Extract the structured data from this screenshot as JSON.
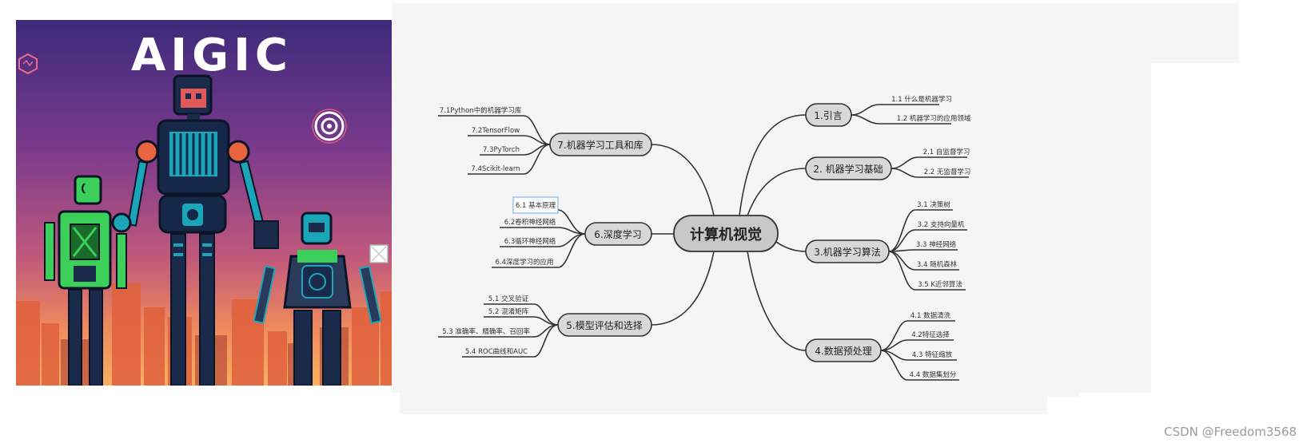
{
  "poster": {
    "title": "AIGIC"
  },
  "mindmap": {
    "root": "计算机视觉",
    "branches": {
      "b1": {
        "label": "1.引言",
        "children": [
          "1.1 什么是机器学习",
          "1.2 机器学习的应用领域"
        ]
      },
      "b2": {
        "label": "2. 机器学习基础",
        "children": [
          "2.1 自监督学习",
          "2.2 无监督学习"
        ]
      },
      "b3": {
        "label": "3.机器学习算法",
        "children": [
          "3.1 决策树",
          "3.2 支持向量机",
          "3.3 神经网络",
          "3.4 随机森林",
          "3.5 K近邻算法"
        ]
      },
      "b4": {
        "label": "4.数据预处理",
        "children": [
          "4.1 数据清洗",
          "4.2特征选择",
          "4.3 特征缩放",
          "4.4 数据集划分"
        ]
      },
      "b5": {
        "label": "5.模型评估和选择",
        "children": [
          "5.1 交叉验证",
          "5.2 混淆矩阵",
          "5.3 准确率、精确率、召回率",
          "5.4 ROC曲线和AUC"
        ]
      },
      "b6": {
        "label": "6.深度学习",
        "children": [
          "6.1 基本原理",
          "6.2卷积神经网络",
          "6.3循环神经网络",
          "6.4深度学习的应用"
        ]
      },
      "b7": {
        "label": "7.机器学习工具和库",
        "children": [
          "7.1Python中的机器学习库",
          "7.2TensorFlow",
          "7.3PyTorch",
          "7.4Scikit-learn"
        ]
      }
    }
  },
  "watermark": "CSDN @Freedom3568"
}
